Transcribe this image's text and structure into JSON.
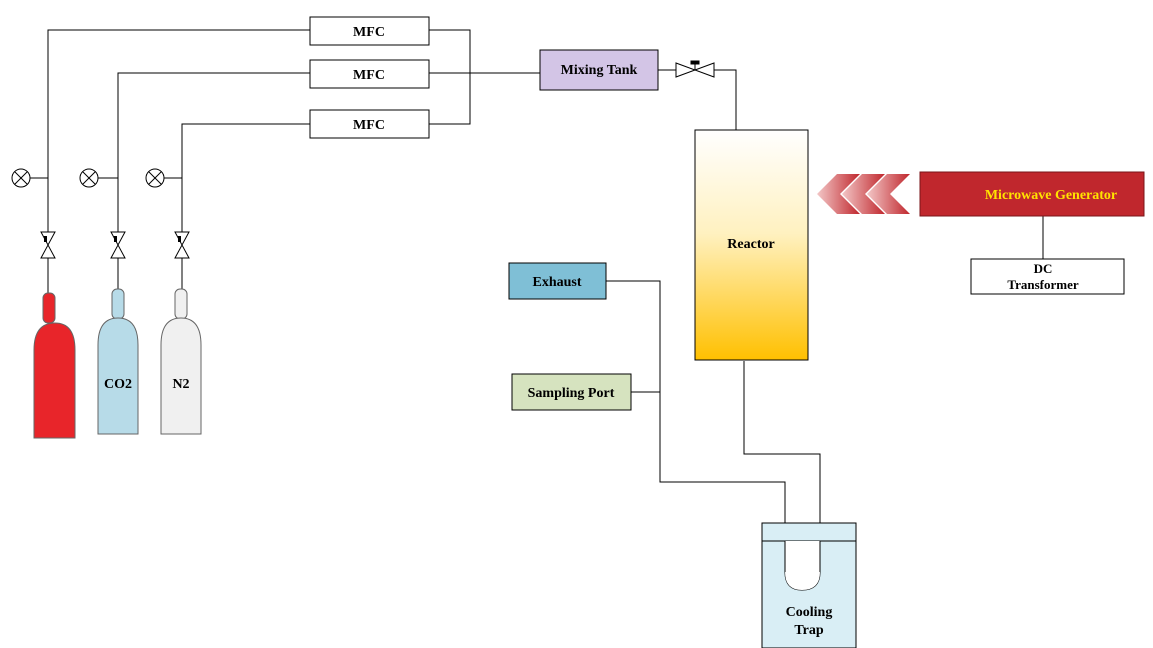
{
  "diagram": {
    "mfc_labels": [
      "MFC",
      "MFC",
      "MFC"
    ],
    "cylinders": [
      "",
      "CO2",
      "N2"
    ],
    "mixing_tank": "Mixing Tank",
    "reactor": "Reactor",
    "microwave_generator": "Microwave Generator",
    "dc_transformer": [
      "DC",
      "Transformer"
    ],
    "exhaust": "Exhaust",
    "sampling_port": "Sampling Port",
    "cooling_trap": [
      "Cooling",
      "Trap"
    ]
  },
  "colors": {
    "cylinder_1": "#e8252a",
    "cylinder_co2": "#b7dbe8",
    "cylinder_n2": "#f0f0f0",
    "mixing_tank": "#d3c5e6",
    "reactor_top": "#ffffff",
    "reactor_bottom": "#ffc000",
    "microwave_generator": "#c0272d",
    "microwave_text": "#ffe300",
    "chevrons": "#c0272d",
    "exhaust": "#7fbfd6",
    "sampling_port": "#d6e3bf",
    "cooling_trap": "#d9eef5"
  }
}
